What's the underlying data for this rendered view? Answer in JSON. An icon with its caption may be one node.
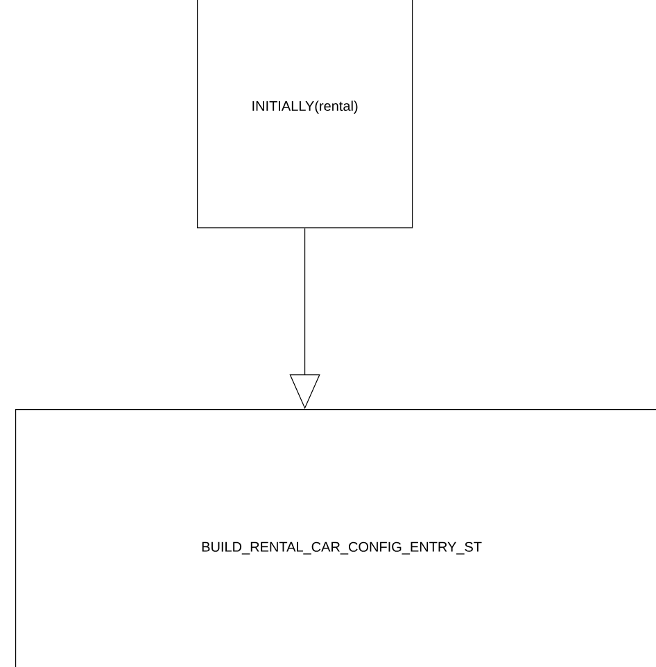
{
  "diagram": {
    "nodes": [
      {
        "text": [
          "INITIALLY(rental)"
        ]
      },
      {
        "text": [
          "BUILD_RENTAL_CAR_CONFIG_ENTRY_ST"
        ]
      }
    ],
    "edges": [
      {
        "from": 0,
        "to": 1,
        "arrow": "to"
      }
    ]
  }
}
